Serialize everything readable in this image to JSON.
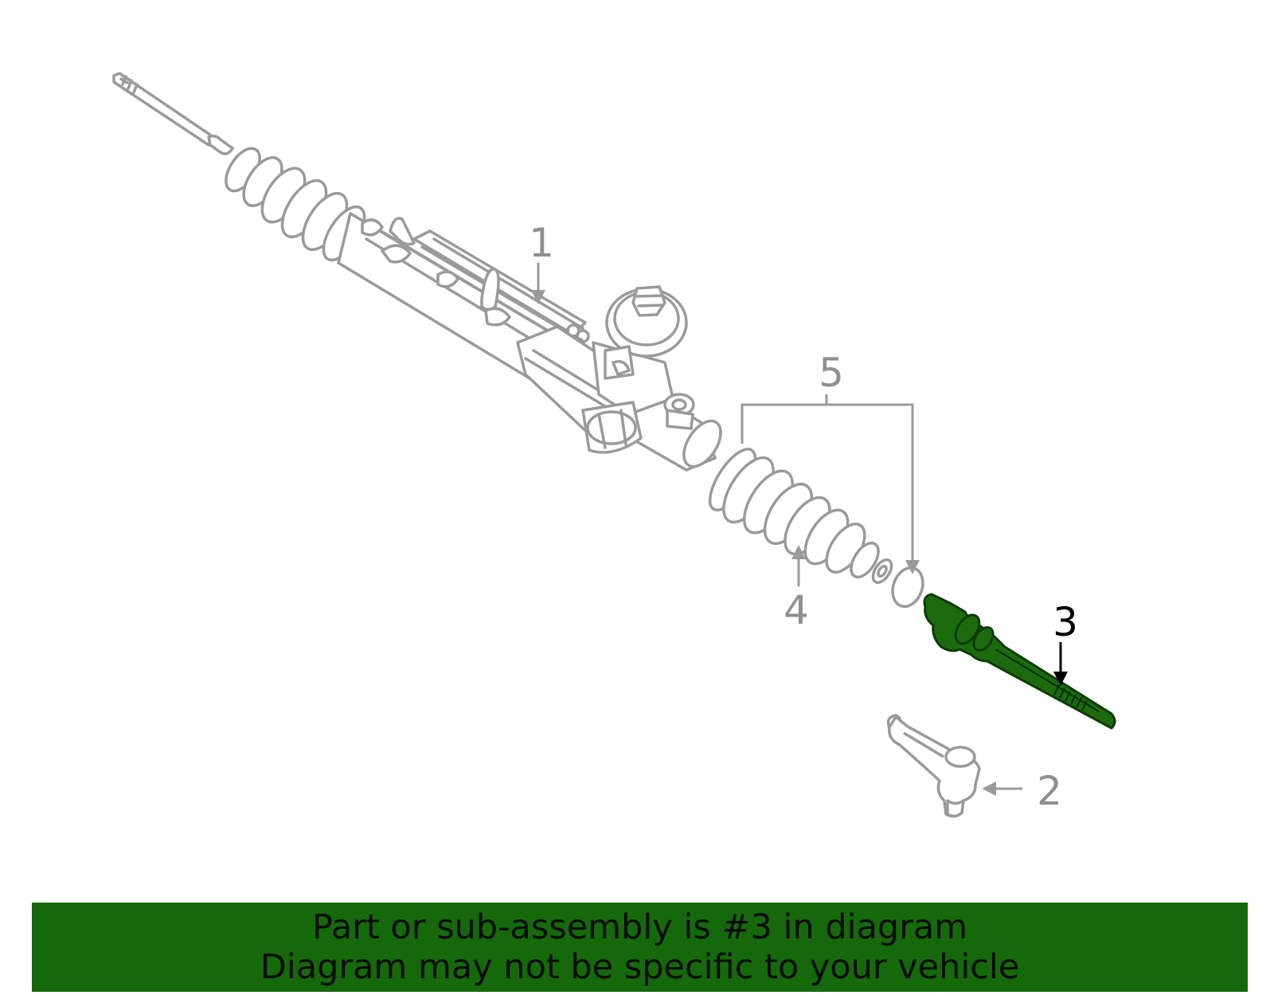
{
  "colors": {
    "line": "#9a9a9a",
    "highlight": "#1b6b0d",
    "highlight_outline": "#0d3a06",
    "banner": "#15690b",
    "banner_text": "#0b0b0b",
    "callout_text": "#8f8f8f",
    "highlight_text": "#000000"
  },
  "diagram": {
    "callouts": [
      {
        "id": "1",
        "label": "1",
        "part": "steering rack assembly"
      },
      {
        "id": "2",
        "label": "2",
        "part": "outer tie rod end"
      },
      {
        "id": "3",
        "label": "3",
        "part": "inner tie rod",
        "highlighted": true
      },
      {
        "id": "4",
        "label": "4",
        "part": "rack boot"
      },
      {
        "id": "5",
        "label": "5",
        "part": "boot clamps"
      }
    ]
  },
  "banner": {
    "line1": "Part or sub-assembly is #3 in diagram",
    "line2": "Diagram may not be specific to your vehicle"
  }
}
